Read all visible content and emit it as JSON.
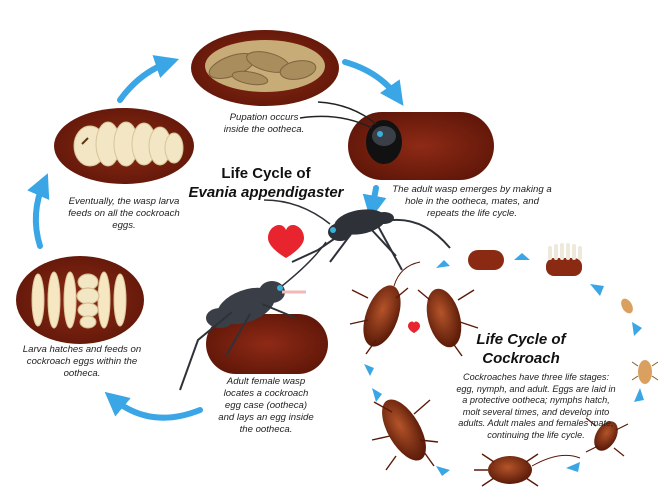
{
  "wasp_cycle": {
    "title_line1": "Life Cycle of",
    "title_line2": "Evania appendigaster",
    "captions": {
      "pupation": "Pupation occurs inside the ootheca.",
      "emerges": "The adult wasp emerges by making a hole in the ootheca, mates, and repeats the life cycle.",
      "feeds": "Eventually, the wasp larva feeds on all the cockroach eggs.",
      "hatches": "Larva hatches and feeds on cockroach eggs within the ootheca.",
      "lays": "Adult female wasp locates a cockroach egg case (ootheca) and lays an egg inside the ootheca."
    }
  },
  "cockroach_cycle": {
    "title_line1": "Life Cycle of",
    "title_line2": "Cockroach",
    "caption": "Cockroaches have three life stages: egg, nymph, and adult. Eggs are laid in a protective ootheca; nymphs hatch, molt several times, and develop into adults. Adult males and females mate, continuing the life cycle."
  },
  "colors": {
    "ootheca": "#7a1f0f",
    "arrow": "#3aa6e6",
    "larva": "#f3e6c4",
    "heart": "#e8242e",
    "cockroach": "#7a2a12",
    "wasp": "#2e3238"
  }
}
